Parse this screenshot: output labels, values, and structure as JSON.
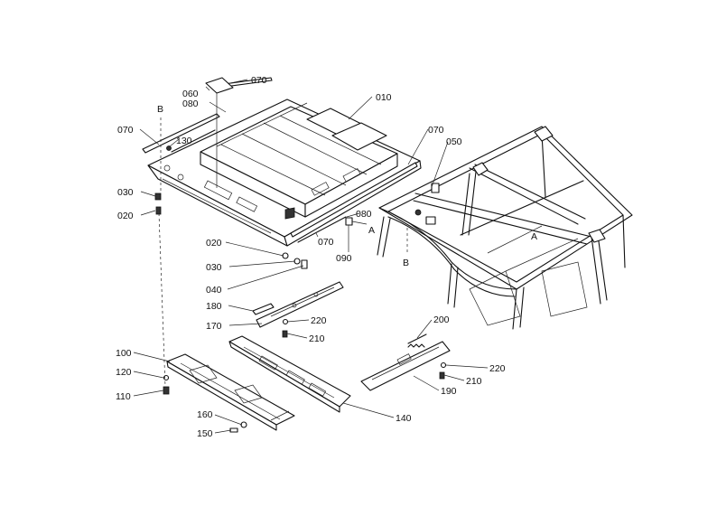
{
  "diagram": {
    "callouts": {
      "p010": "010",
      "p020a": "020",
      "p020b": "020",
      "p030a": "030",
      "p030b": "030",
      "p040": "040",
      "p050": "050",
      "p060": "060",
      "p070a": "070",
      "p070b": "070",
      "p070c": "070",
      "p070d": "070",
      "p080a": "080",
      "p080b": "080",
      "p090": "090",
      "p100": "100",
      "p110": "110",
      "p120": "120",
      "p130": "130",
      "p140": "140",
      "p150": "150",
      "p160": "160",
      "p170": "170",
      "p180": "180",
      "p190": "190",
      "p200": "200",
      "p210a": "210",
      "p210b": "210",
      "p220a": "220",
      "p220b": "220"
    },
    "refs": {
      "a1": "A",
      "a2": "A",
      "b1": "B",
      "b2": "B"
    }
  }
}
